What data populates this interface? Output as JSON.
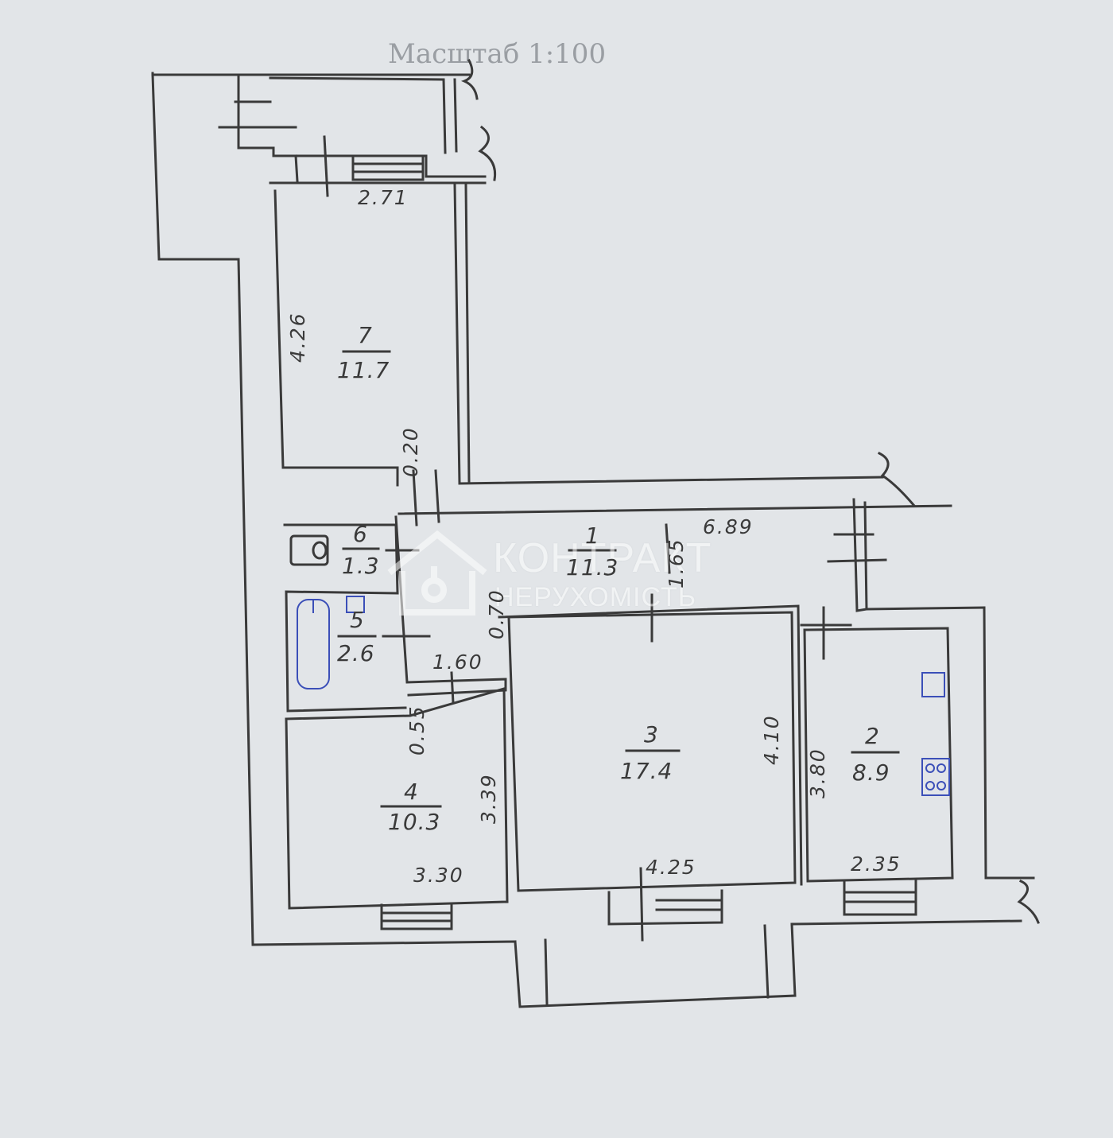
{
  "plan": {
    "scale_label": "Масштаб 1:100",
    "rooms": [
      {
        "id": "room-1",
        "number": "1",
        "area": "11.3"
      },
      {
        "id": "room-2",
        "number": "2",
        "area": "8.9"
      },
      {
        "id": "room-3",
        "number": "3",
        "area": "17.4"
      },
      {
        "id": "room-4",
        "number": "4",
        "area": "10.3"
      },
      {
        "id": "room-5",
        "number": "5",
        "area": "2.6"
      },
      {
        "id": "room-6",
        "number": "6",
        "area": "1.3"
      },
      {
        "id": "room-7",
        "number": "7",
        "area": "11.7"
      }
    ],
    "dimensions": {
      "room7_width": "2.71",
      "room7_length": "4.26",
      "corridor_gap": "0.20",
      "corridor_length": "6.89",
      "corridor_width": "1.65",
      "hall_width": "0.70",
      "hall_length": "1.60",
      "gap_055": "0.55",
      "room4_length": "3.39",
      "room4_width": "3.30",
      "room3_length": "4.10",
      "room3_width": "4.25",
      "room2_length": "3.80",
      "room2_width": "2.35"
    },
    "icons": [
      "toilet-icon",
      "bathtub-icon",
      "sink-icon",
      "stove-icon"
    ]
  },
  "watermark": {
    "line1": "КОНТРАКТ",
    "line2": "НЕРУХОМІСТЬ"
  },
  "colors": {
    "paper": "#e2e5e8",
    "ink": "#3a3a3a",
    "fixture_blue": "#3b4fb8"
  }
}
